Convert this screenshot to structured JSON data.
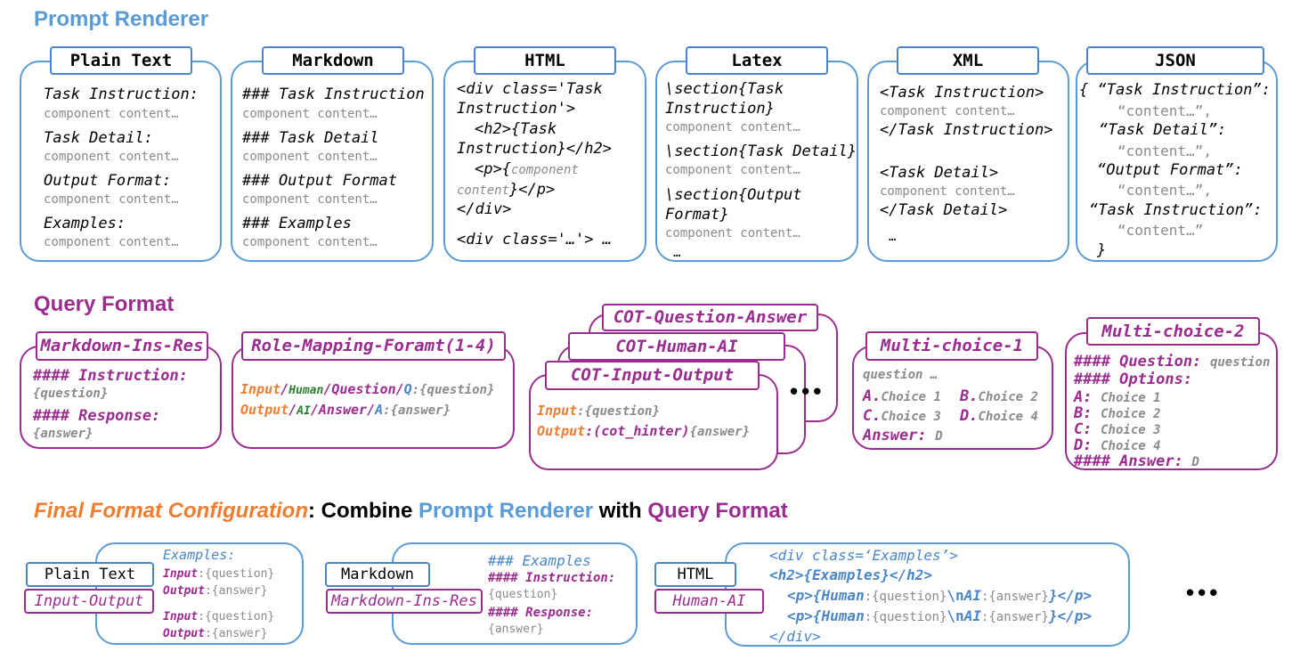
{
  "titles": {
    "prompt_renderer": "Prompt Renderer",
    "query_format": "Query Format",
    "final_prefix": "Final Format Configuration",
    "final_colon": ": Combine ",
    "final_pr": "Prompt Renderer",
    "final_with": " with ",
    "final_qf": "Query Format"
  },
  "renderers": {
    "plain": {
      "tab": "Plain Text",
      "l1": "Task Instruction:",
      "l2": "component content…",
      "l3": "Task Detail:",
      "l4": "component content…",
      "l5": "Output Format:",
      "l6": "component content…",
      "l7": "Examples:",
      "l8": "component content…"
    },
    "markdown": {
      "tab": "Markdown",
      "l1": "### Task Instruction",
      "l2": "component content…",
      "l3": "### Task Detail",
      "l4": "component content…",
      "l5": "### Output Format",
      "l6": "component content…",
      "l7": "### Examples",
      "l8": "component content…"
    },
    "html": {
      "tab": "HTML",
      "l1": "<div class='Task",
      "l2": "Instruction'>",
      "l3": "<h2>{Task",
      "l4": "Instruction}</h2>",
      "l5a": "<p>{",
      "l5b": "component",
      "l6a": "content",
      "l6b": "}</p>",
      "l7": "</div>",
      "l8": "<div class='…'> …"
    },
    "latex": {
      "tab": "Latex",
      "l1": "\\section{Task",
      "l2": "Instruction}",
      "l3": "component content…",
      "l4": "\\section{Task Detail}",
      "l5": "component content…",
      "l6": "\\section{Output",
      "l7": "Format}",
      "l8": "component content…",
      "l9": "…"
    },
    "xml": {
      "tab": "XML",
      "l1": "<Task Instruction>",
      "l2": "component content…",
      "l3": "</Task Instruction>",
      "l4": "<Task Detail>",
      "l5": "component content…",
      "l6": "</Task Detail>",
      "l7": "…"
    },
    "json": {
      "tab": "JSON",
      "l1": "{ “Task Instruction”:",
      "l2": "“content…”,",
      "l3": "“Task Detail”:",
      "l4": "“content…”,",
      "l5": "“Output Format”:",
      "l6": "“content…”,",
      "l7": "“Task Instruction”:",
      "l8": "“content…”",
      "l9": "}"
    }
  },
  "queries": {
    "mir": {
      "tab": "Markdown-Ins-Res",
      "l1": "#### Instruction:",
      "l2": "{question}",
      "l3": "#### Response:",
      "l4": "{answer}"
    },
    "role": {
      "tab": "Role-Mapping-Foramt(1-4)",
      "input": "Input",
      "human": "Human",
      "question": "Question",
      "q": "Q",
      "qv": ":{question}",
      "output": "Output",
      "ai": "AI",
      "answer": "Answer",
      "a": "A",
      "av": ":{answer}",
      "sep": "/"
    },
    "cot": {
      "tab_back": "COT-Question-Answer",
      "tab_mid": "COT-Human-AI",
      "tab_front": "COT-Input-Output",
      "input": "Input",
      "iv": ":{question}",
      "output": "Output",
      "ov": ":(cot_hinter)",
      "ova": "{answer}",
      "dots": "•••"
    },
    "mc1": {
      "tab": "Multi-choice-1",
      "l1": "question …",
      "a": "A.",
      "ac": "Choice 1",
      "b": "B.",
      "bc": "Choice 2",
      "c": "C.",
      "cc": "Choice 3",
      "d": "D.",
      "dc": "Choice 4",
      "ans": "Answer:",
      "ansv": "D"
    },
    "mc2": {
      "tab": "Multi-choice-2",
      "q": "#### Question:",
      "qv": "question",
      "opt": "#### Options:",
      "a": "A:",
      "ac": "Choice 1",
      "b": "B:",
      "bc": "Choice 2",
      "c": "C:",
      "cc": "Choice 3",
      "d": "D:",
      "dc": "Choice 4",
      "ans": "#### Answer:",
      "ansv": "D"
    }
  },
  "final": {
    "f1": {
      "tab1": "Plain Text",
      "tab2": "Input-Output",
      "ex": "Examples:",
      "in": "Input",
      "inv": ":{question}",
      "out": "Output",
      "outv": ":{answer}"
    },
    "f2": {
      "tab1": "Markdown",
      "tab2": "Markdown-Ins-Res",
      "ex": "### Examples",
      "ins": "#### Instruction:",
      "q": "{question}",
      "res": "#### Response:",
      "a": "{answer}"
    },
    "f3": {
      "tab1": "HTML",
      "tab2": "Human-AI",
      "l1": "<div class=‘Examples’>",
      "l2": "<h2>{Examples}</h2>",
      "p_open": "<p>{",
      "human": "Human",
      "hq": ":{question}",
      "nl": "\\n",
      "ai": "AI",
      "aa": ":{answer}",
      "p_close": "}</p>",
      "l5": "</div>"
    },
    "dots": "•••"
  }
}
